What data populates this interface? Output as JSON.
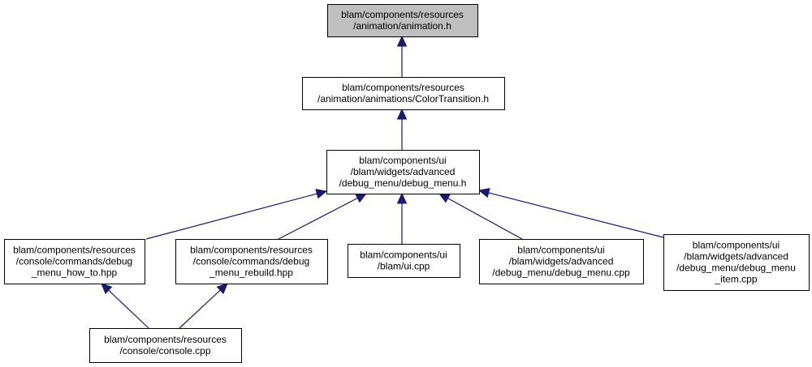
{
  "graph": {
    "colors": {
      "root_fill": "#bfbfbf",
      "node_fill": "#ffffff",
      "border": "#000000",
      "edge": "#191970"
    },
    "nodes": [
      {
        "id": "animation_h",
        "lines": [
          "blam/components/resources",
          "/animation/animation.h"
        ],
        "highlighted": true
      },
      {
        "id": "color_transition_h",
        "lines": [
          "blam/components/resources",
          "/animation/animations/ColorTransition.h"
        ]
      },
      {
        "id": "debug_menu_h",
        "lines": [
          "blam/components/ui",
          "/blam/widgets/advanced",
          "/debug_menu/debug_menu.h"
        ]
      },
      {
        "id": "debug_menu_how_to_hpp",
        "lines": [
          "blam/components/resources",
          "/console/commands/debug",
          "_menu_how_to.hpp"
        ]
      },
      {
        "id": "debug_menu_rebuild_hpp",
        "lines": [
          "blam/components/resources",
          "/console/commands/debug",
          "_menu_rebuild.hpp"
        ]
      },
      {
        "id": "ui_cpp",
        "lines": [
          "blam/components/ui",
          "/blam/ui.cpp"
        ]
      },
      {
        "id": "debug_menu_cpp",
        "lines": [
          "blam/components/ui",
          "/blam/widgets/advanced",
          "/debug_menu/debug_menu.cpp"
        ]
      },
      {
        "id": "debug_menu_item_cpp",
        "lines": [
          "blam/components/ui",
          "/blam/widgets/advanced",
          "/debug_menu/debug_menu",
          "_item.cpp"
        ]
      },
      {
        "id": "console_cpp",
        "lines": [
          "blam/components/resources",
          "/console/console.cpp"
        ]
      }
    ],
    "edges": [
      {
        "from": "color_transition_h",
        "to": "animation_h"
      },
      {
        "from": "debug_menu_h",
        "to": "color_transition_h"
      },
      {
        "from": "debug_menu_how_to_hpp",
        "to": "debug_menu_h"
      },
      {
        "from": "debug_menu_rebuild_hpp",
        "to": "debug_menu_h"
      },
      {
        "from": "ui_cpp",
        "to": "debug_menu_h"
      },
      {
        "from": "debug_menu_cpp",
        "to": "debug_menu_h"
      },
      {
        "from": "debug_menu_item_cpp",
        "to": "debug_menu_h"
      },
      {
        "from": "console_cpp",
        "to": "debug_menu_how_to_hpp"
      },
      {
        "from": "console_cpp",
        "to": "debug_menu_rebuild_hpp"
      }
    ]
  }
}
